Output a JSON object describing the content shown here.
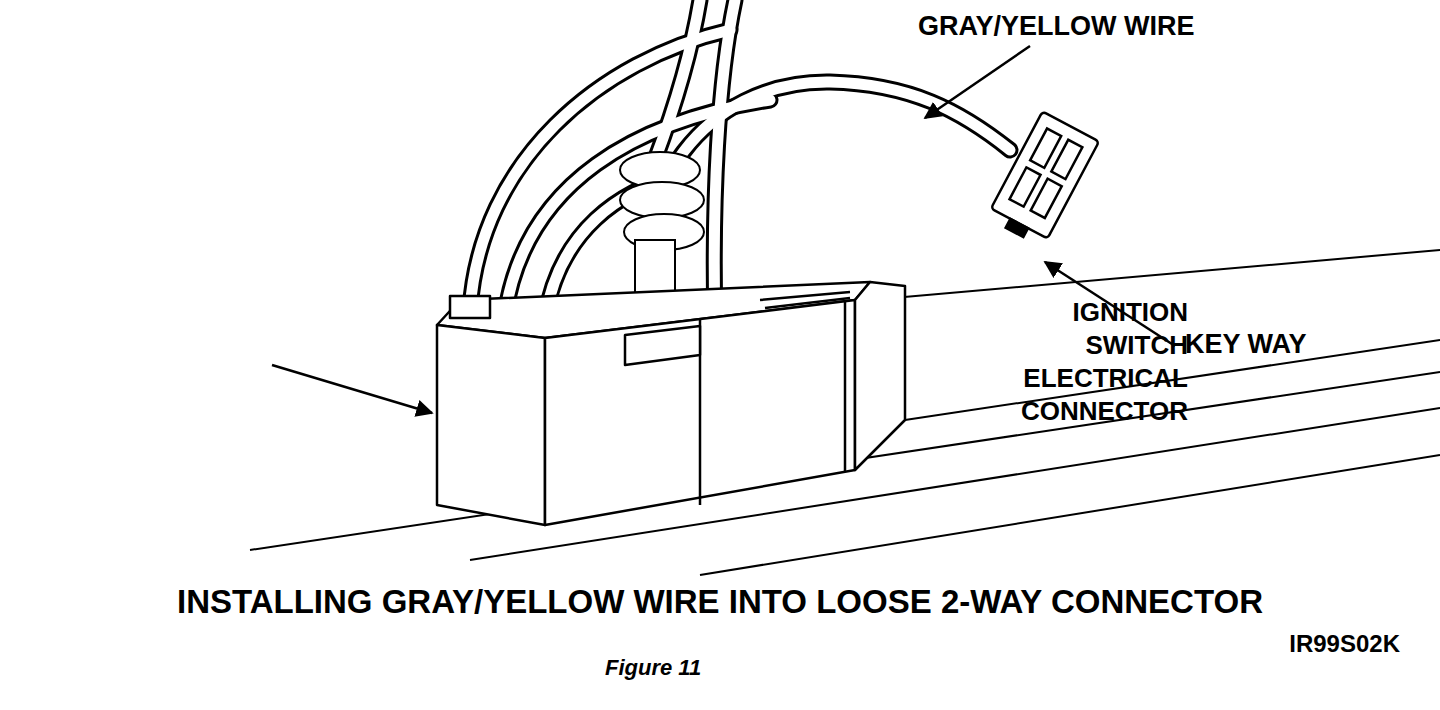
{
  "diagram": {
    "caption": "INSTALLING GRAY/YELLOW WIRE INTO LOOSE 2-WAY CONNECTOR",
    "labels": [
      "GRAY/YELLOW WIRE",
      "IGNITION SWITCH ELECTRICAL CONNECTOR",
      "KEY WAY",
      "IR99S02K",
      "Figure 11"
    ]
  }
}
